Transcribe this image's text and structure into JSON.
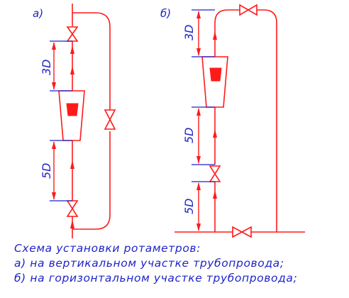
{
  "labels": {
    "scheme_a": "а)",
    "scheme_b": "б)"
  },
  "dimensions": {
    "a_upper": "3D",
    "a_lower": "5D",
    "b_upper": "3D",
    "b_middle": "5D",
    "b_lower": "5D"
  },
  "caption": {
    "line1": "Схема установки ротаметров:",
    "line2": "а)  на  вертикальном  участке  трубопровода;",
    "line3": "б)  на  горизонтальном  участке  трубопровода;"
  },
  "colors": {
    "pipe": "#ff1a1a",
    "dimension": "#1f23c8",
    "text": "#1f23c8"
  }
}
